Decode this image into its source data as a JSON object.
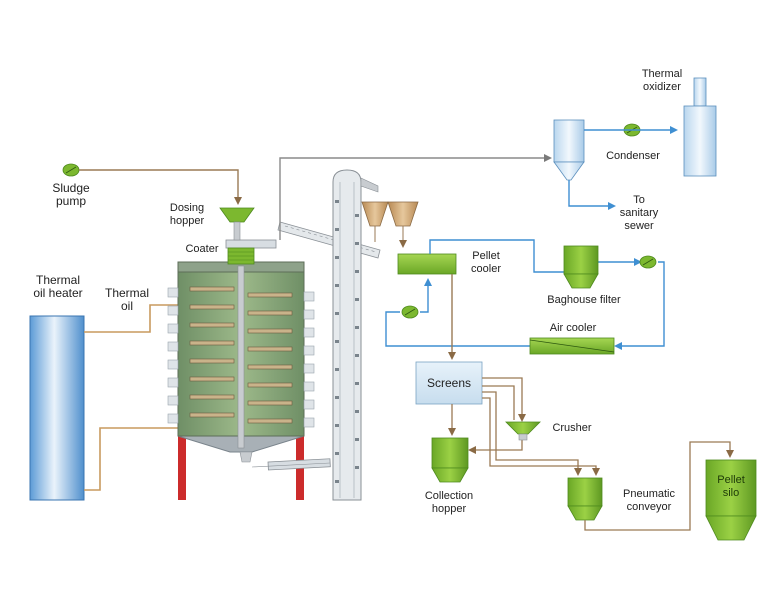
{
  "labels": {
    "thermal_oxidizer": "Thermal\noxidizer",
    "condenser": "Condenser",
    "to_sanitary_sewer": "To\nsanitary\nsewer",
    "sludge_pump": "Sludge\npump",
    "dosing_hopper": "Dosing\nhopper",
    "coater": "Coater",
    "pellet_cooler": "Pellet\ncooler",
    "baghouse_filter": "Baghouse filter",
    "thermal_oil_heater": "Thermal\noil heater",
    "thermal_oil": "Thermal\noil",
    "air_cooler": "Air cooler",
    "screens": "Screens",
    "crusher": "Crusher",
    "collection_hopper": "Collection\nhopper",
    "pneumatic_conveyor": "Pneumatic\nconveyor",
    "pellet_silo": "Pellet\nsilo"
  },
  "colors": {
    "green": "#7cb82f",
    "green_dark": "#4e8a1e",
    "blue_line": "#3f8fd2",
    "brown_line": "#9a7a55",
    "gray_line": "#8a8a8a",
    "red_leg": "#cc2b2b",
    "steel": "#b8c2cc",
    "light_blue": "#cfe3f3"
  }
}
